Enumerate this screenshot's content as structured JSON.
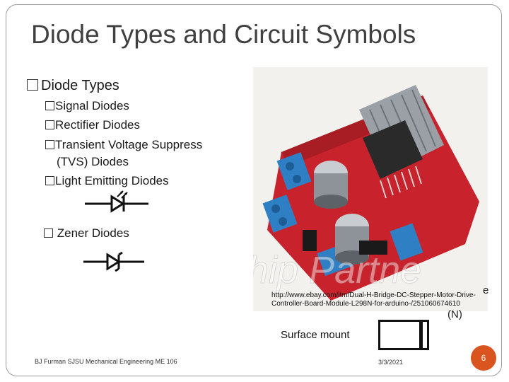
{
  "slide": {
    "title": "Diode Types and Circuit Symbols",
    "main_bullet": "Diode Types",
    "items": [
      "Signal Diodes",
      "Rectifier Diodes",
      "Transient Voltage Suppress",
      "(TVS) Diodes",
      "Light Emitting Diodes"
    ],
    "zener": "Zener Diodes",
    "image_caption": "http://www.ebay.com/itm/Dual-H-Bridge-DC-Stepper-Motor-Drive-Controller-Board-Module-L298N-for-arduino-/251060674610",
    "surface_mount": "Surface mount",
    "edge_e": "e",
    "edge_n": "(N)",
    "footer_left": "BJ Furman SJSU Mechanical Engineering  ME 106",
    "footer_date": "3/3/2021",
    "page_number": "6",
    "photo_watermark": "hip Partne"
  },
  "colors": {
    "accent": "#d9541e",
    "board_red": "#c8232c",
    "terminal_blue": "#2f7fc4"
  }
}
